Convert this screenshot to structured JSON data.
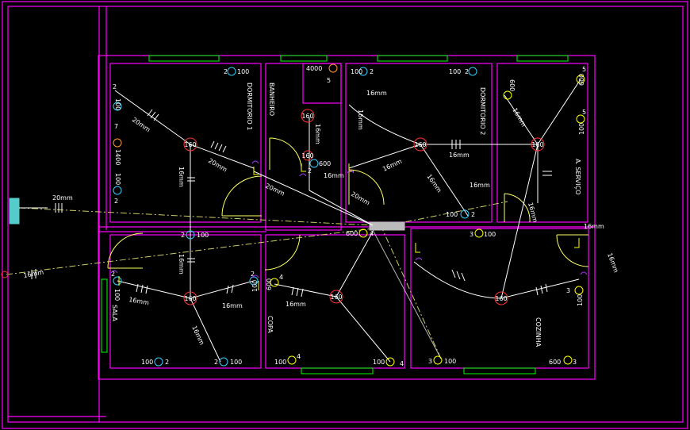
{
  "rooms": {
    "dormitorio1": "DORMITORIO 1",
    "dormitorio2": "DORMITORIO 2",
    "banheiro": "BANHEIRO",
    "servico": "A. SERVIÇO",
    "sala": "SALA",
    "copa": "COPA",
    "cozinha": "COZINHA"
  },
  "outlets": {
    "d1_top": {
      "num": "2",
      "watt": "100"
    },
    "d1_left1": {
      "num": "2",
      "watt": "100"
    },
    "d1_left2": {
      "num": "7",
      "watt": "1400"
    },
    "d1_left3": {
      "num": "2",
      "watt": "100"
    },
    "wc_top": {
      "num": "5",
      "watt": "4000"
    },
    "wc_mid": {
      "num": "2",
      "watt": "600"
    },
    "d2_top1": {
      "num": "2",
      "watt": "100"
    },
    "d2_top2": {
      "num": "2",
      "watt": "100"
    },
    "d2_bottom": {
      "num": "2",
      "watt": "100"
    },
    "as_top": {
      "num": "5",
      "watt": "600"
    },
    "as_left": {
      "num": "",
      "watt": "600"
    },
    "as_mid": {
      "num": "5",
      "watt": "100"
    },
    "hall": {
      "num": "2",
      "watt": "100"
    },
    "hall2": {
      "num": "4",
      "watt": "600"
    },
    "sala_left": {
      "num": "2",
      "watt": "100"
    },
    "sala_bottom1": {
      "num": "2",
      "watt": "100"
    },
    "sala_bottom2": {
      "num": "2",
      "watt": "100"
    },
    "copa_left": {
      "num": "4",
      "watt": "600"
    },
    "copa_right": {
      "num": "2",
      "watt": "100"
    },
    "copa_bottom1": {
      "num": "4",
      "watt": "100"
    },
    "copa_bottom2": {
      "num": "4",
      "watt": "100"
    },
    "coz_top": {
      "num": "3",
      "watt": "100"
    },
    "coz_right": {
      "num": "3",
      "watt": "100"
    },
    "coz_bottom1": {
      "num": "3",
      "watt": "100"
    },
    "coz_bottom2": {
      "num": "3",
      "watt": "600"
    }
  },
  "lamps": [
    "160",
    "160",
    "160",
    "160",
    "160",
    "160",
    "160",
    "160"
  ],
  "conduits": {
    "c20a": "20mm",
    "c20b": "20mm",
    "c20c": "20mm",
    "c20d": "20mm",
    "c20e": "20mm",
    "c16a": "16mm",
    "c16b": "16mm",
    "c16c": "16mm",
    "c16d": "16mm",
    "c16e": "16mm",
    "c16f": "16mm",
    "c16g": "16mm",
    "c16h": "16mm",
    "c16i": "16mm",
    "c16j": "16mm",
    "c16k": "16mm",
    "c16l": "16mm",
    "c16m": "16mm",
    "c16n": "16mm",
    "c16o": "16mm",
    "c16p": "16mm",
    "c16q": "16mm",
    "c16r": "16mm",
    "c16s": "16mm"
  },
  "colors": {
    "wall": "#ff00ff",
    "window": "#00ff00",
    "door": "#ffff66",
    "lamp": "#ff3333",
    "outlet": "#33ccff",
    "switch": "#ffff00"
  }
}
